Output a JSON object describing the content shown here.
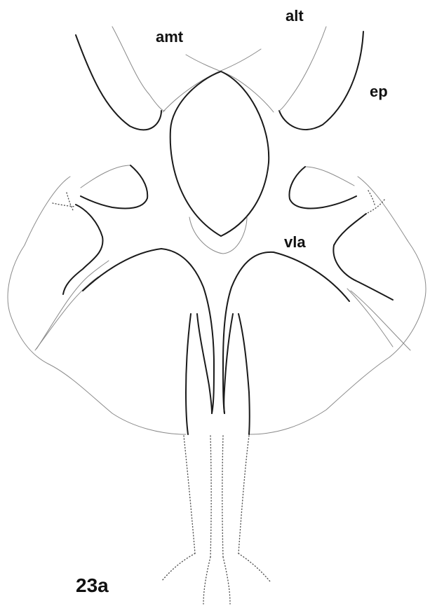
{
  "labels": {
    "amt": "amt",
    "alt": "alt",
    "ep": "ep",
    "vla": "vla"
  },
  "figure_number": "23a"
}
